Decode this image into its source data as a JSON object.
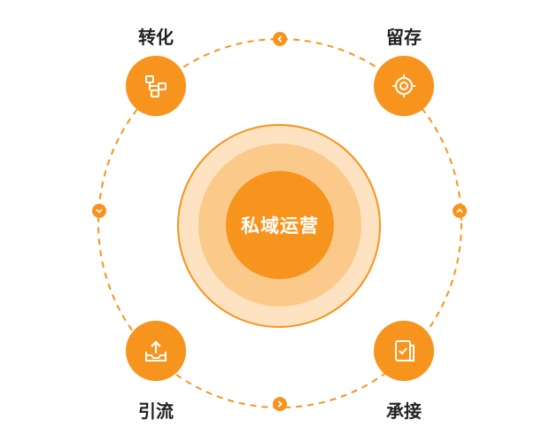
{
  "center": {
    "label": "私域运营"
  },
  "stages": [
    {
      "label": "转化",
      "icon": "flowchart-icon"
    },
    {
      "label": "留存",
      "icon": "target-icon"
    },
    {
      "label": "承接",
      "icon": "clipboard-check-icon"
    },
    {
      "label": "引流",
      "icon": "inbox-upload-icon"
    }
  ],
  "arrows": [
    "chevron-left-icon",
    "chevron-up-icon",
    "chevron-right-icon",
    "chevron-down-icon"
  ],
  "colors": {
    "accent": "#f7941d",
    "light": "#fde3c2",
    "mid": "#fbc98a",
    "text": "#222222"
  }
}
